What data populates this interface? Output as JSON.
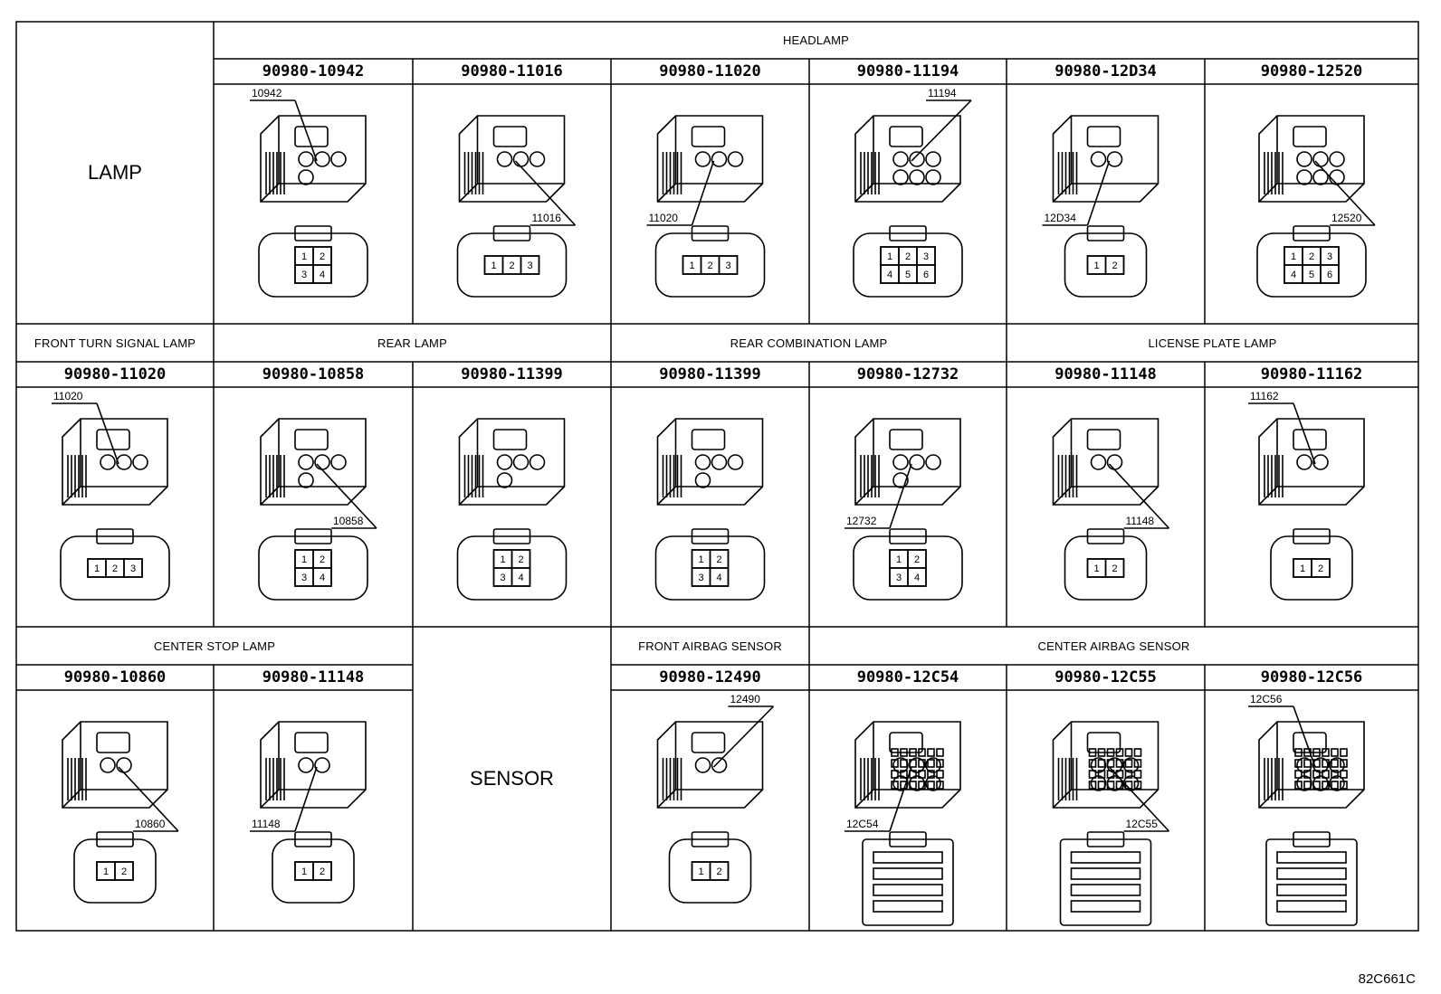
{
  "sections": {
    "lamp": "LAMP",
    "sensor": "SENSOR",
    "headlamp": "HEADLAMP",
    "front_turn": "FRONT TURN SIGNAL LAMP",
    "rear_lamp": "REAR LAMP",
    "rear_combination": "REAR COMBINATION LAMP",
    "license_plate": "LICENSE PLATE LAMP",
    "center_stop": "CENTER STOP LAMP",
    "front_airbag": "FRONT AIRBAG SENSOR",
    "center_airbag": "CENTER AIRBAG SENSOR"
  },
  "row1_parts": [
    "90980-10942",
    "90980-11016",
    "90980-11020",
    "90980-11194",
    "90980-12D34",
    "90980-12520"
  ],
  "row1_callouts": [
    "10942",
    "11016",
    "11020",
    "11194",
    "12D34",
    "12520"
  ],
  "row2_parts": [
    "90980-11020",
    "90980-10858",
    "90980-11399",
    "90980-11399",
    "90980-12732",
    "90980-11148",
    "90980-11162"
  ],
  "row2_callouts": [
    "11020",
    "10858",
    "",
    "",
    "12732",
    "11148",
    "11162"
  ],
  "row3_parts": [
    "90980-10860",
    "90980-11148",
    "90980-12490",
    "90980-12C54",
    "90980-12C55",
    "90980-12C56"
  ],
  "row3_callouts": [
    "10860",
    "11148",
    "12490",
    "12C54",
    "12C55",
    "12C56"
  ],
  "figure_code": "82C661C"
}
